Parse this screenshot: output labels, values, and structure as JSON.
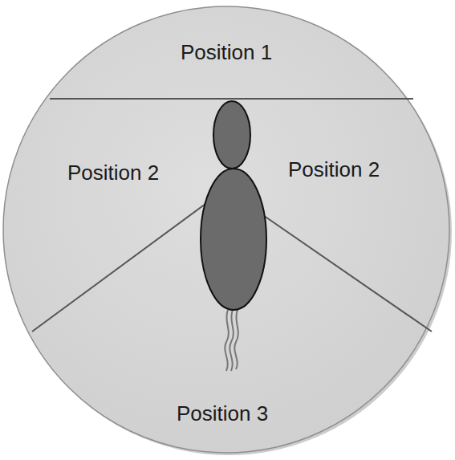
{
  "diagram": {
    "labels": [
      "Position 1",
      "Position 2",
      "Position 2",
      "Position 3"
    ]
  }
}
